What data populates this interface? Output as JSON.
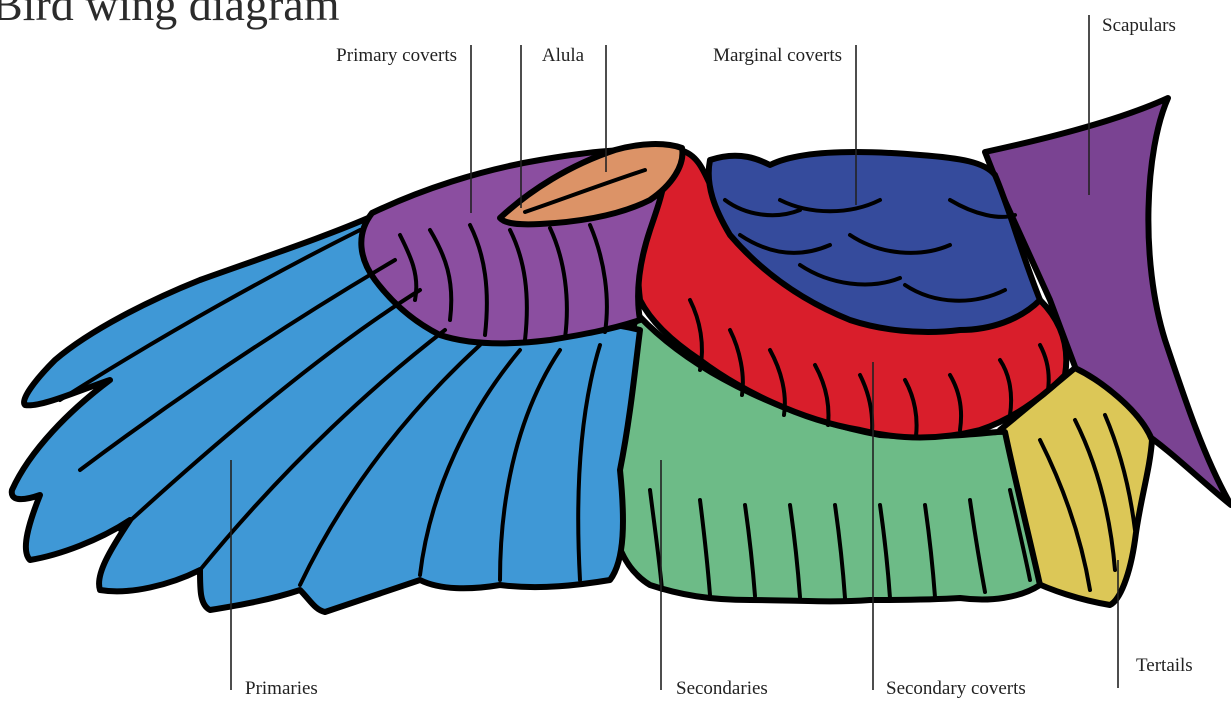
{
  "title": "Bird wing diagram",
  "colors": {
    "primaries": "#3f98d6",
    "primary_coverts": "#8b4ea0",
    "alula": "#dc9367",
    "marginal_coverts": "#354b9c",
    "secondary_coverts": "#d91e2b",
    "secondaries": "#6dbb87",
    "tertails": "#dcc757",
    "scapulars": "#7a4392",
    "outline": "#000000"
  },
  "labels": {
    "primary_coverts": "Primary coverts",
    "alula": "Alula",
    "marginal_coverts": "Marginal coverts",
    "scapulars": "Scapulars",
    "primaries": "Primaries",
    "secondaries": "Secondaries",
    "secondary_coverts": "Secondary coverts",
    "tertails": "Tertails"
  }
}
